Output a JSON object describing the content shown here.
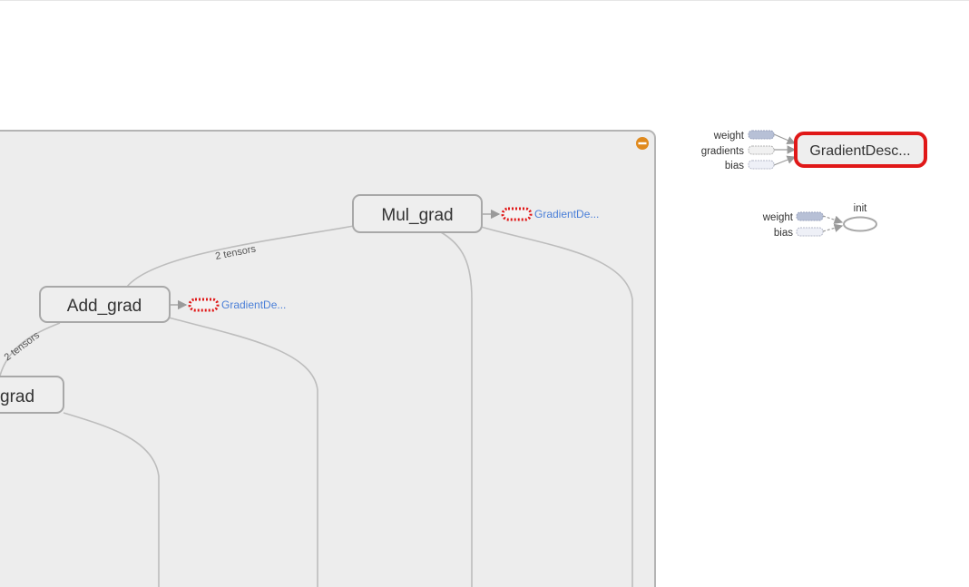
{
  "graph": {
    "group_nodes": {
      "mul_grad": "Mul_grad",
      "add_grad": "Add_grad",
      "partial_grad": "grad"
    },
    "edge_labels": {
      "mul_to_add": "2 tensors",
      "add_to_left": "2 tensors"
    },
    "control_links": {
      "mul_grad_target": "GradientDe...",
      "add_grad_target": "GradientDe..."
    },
    "collapse_button_icon": "minus-circle-icon",
    "collapse_button_color": "#e08a1e",
    "selected_color": "#e01818"
  },
  "aux_nodes": {
    "gradient_descent": {
      "label": "GradientDesc...",
      "inputs": [
        "weight",
        "gradients",
        "bias"
      ]
    },
    "init": {
      "label": "init",
      "inputs": [
        "weight",
        "bias"
      ]
    }
  }
}
